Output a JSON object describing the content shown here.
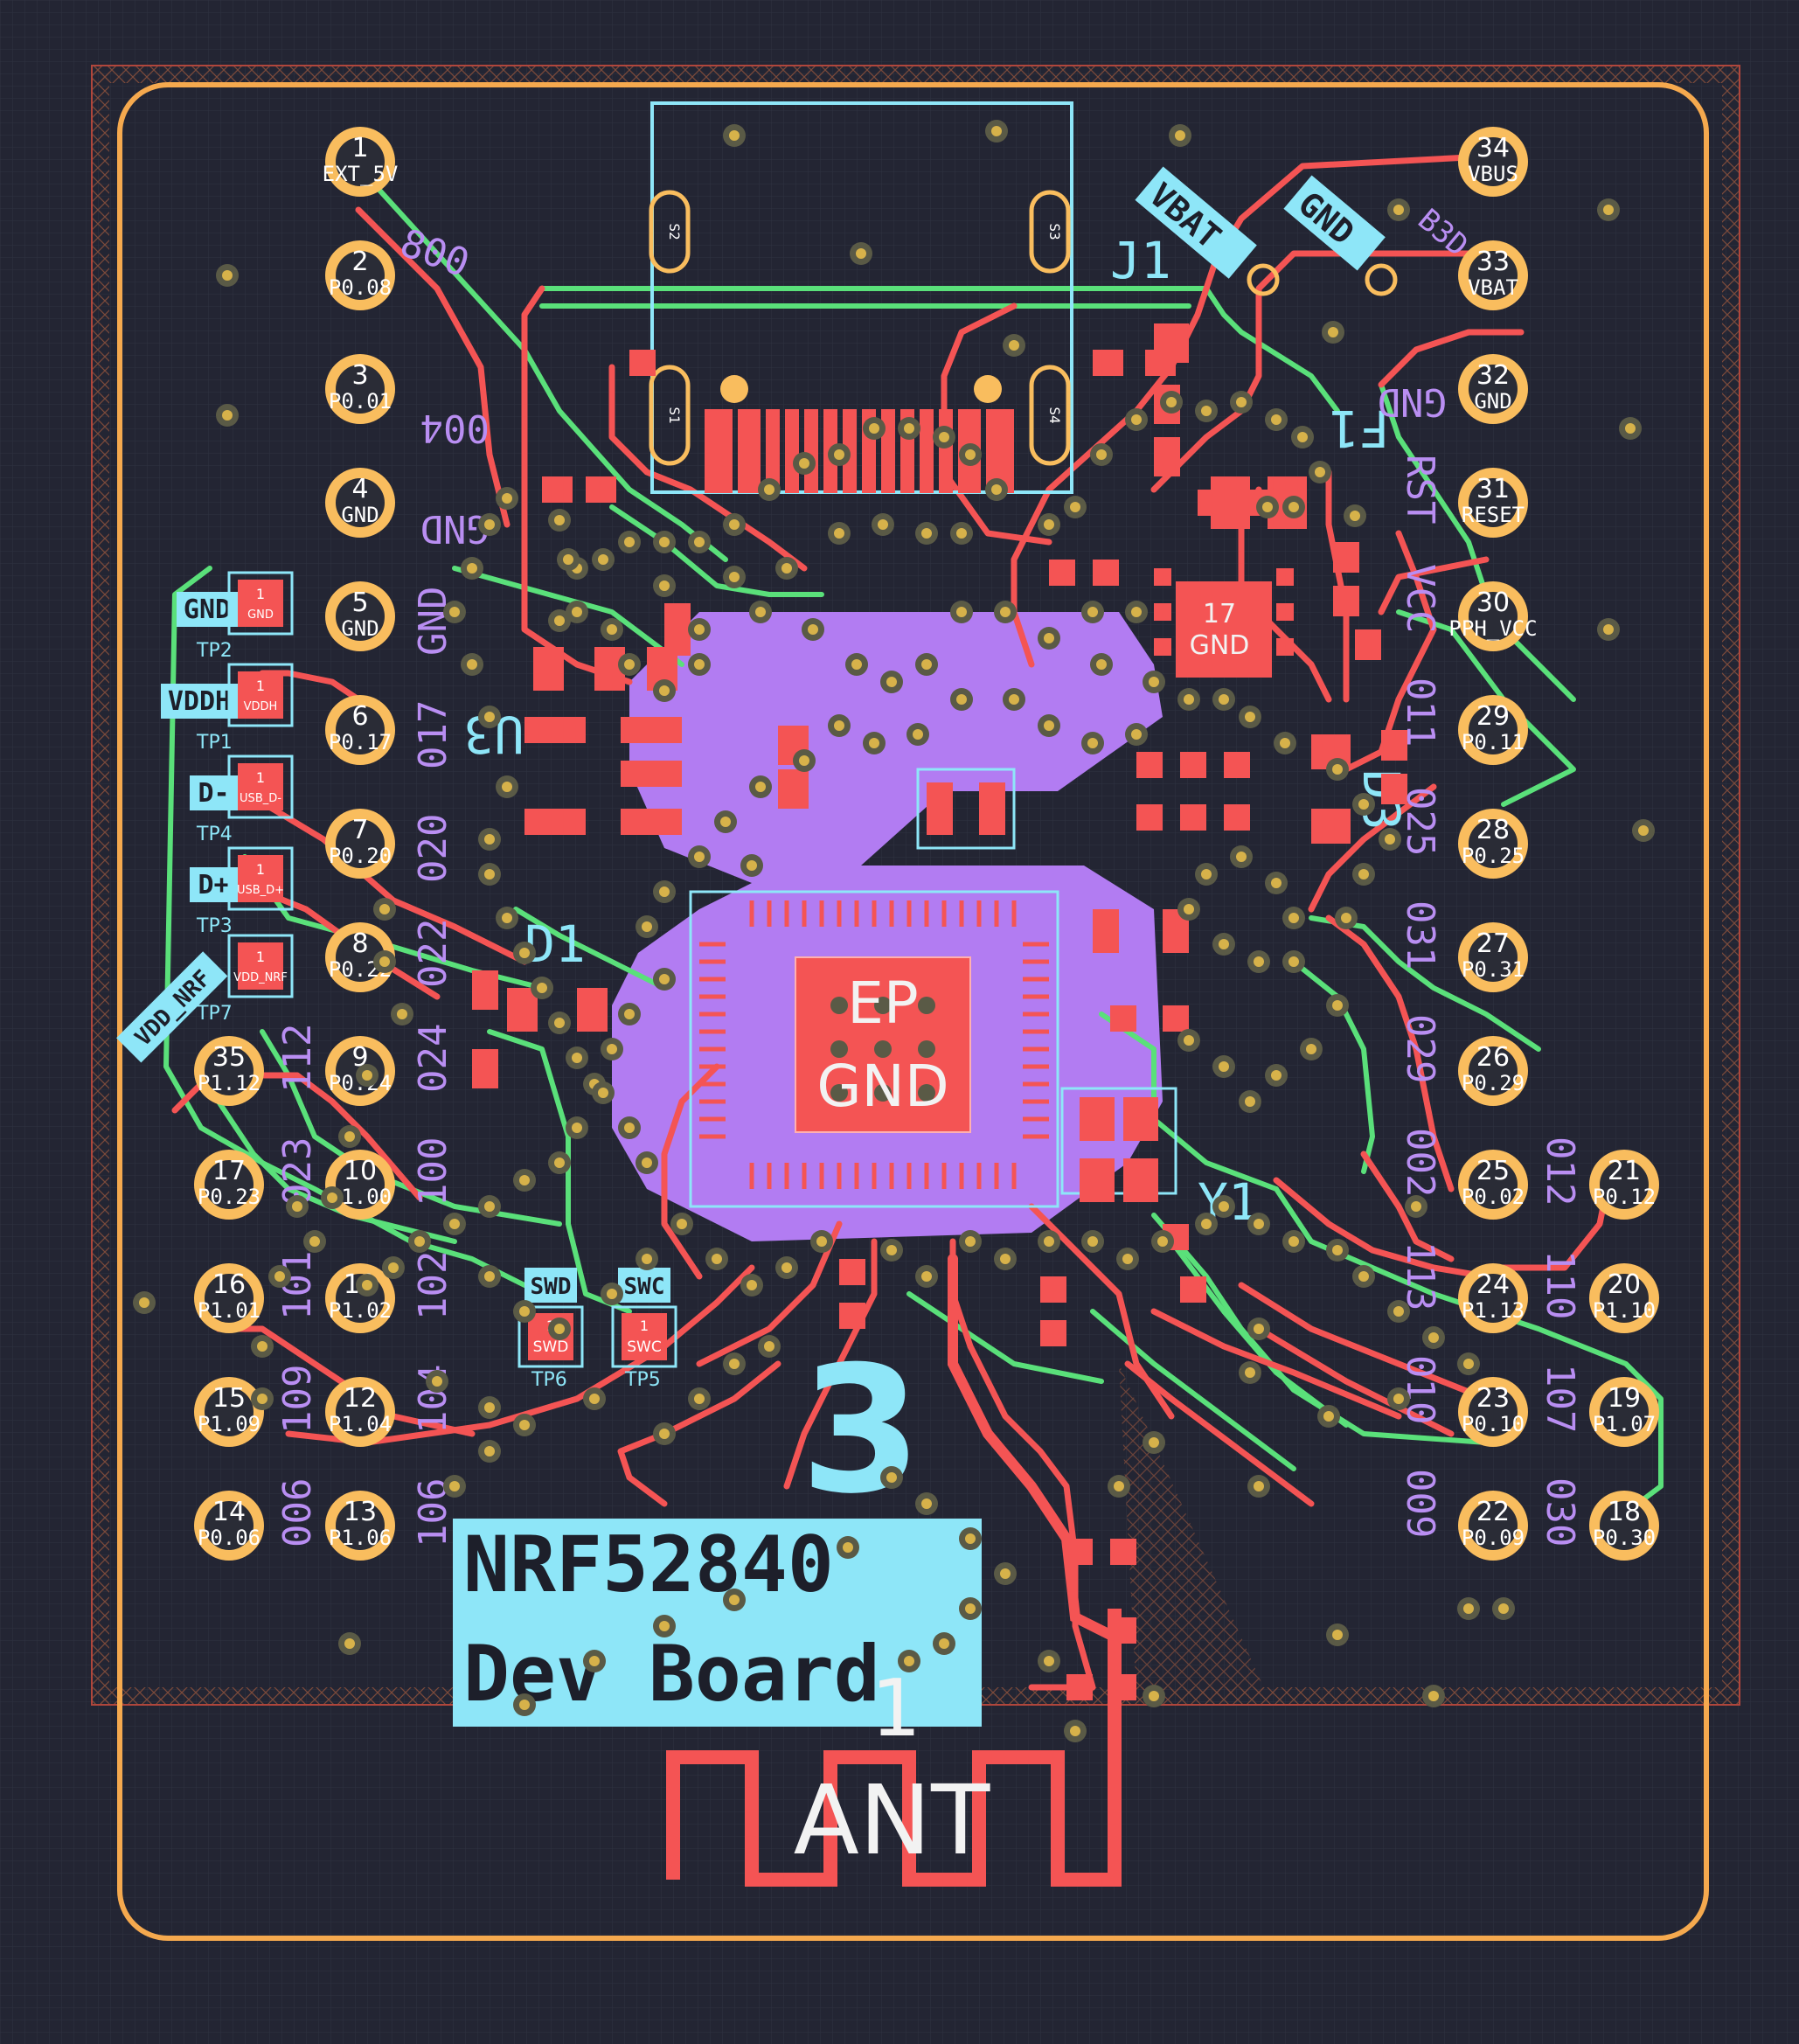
{
  "board": {
    "title_line1": "NRF52840",
    "title_line2": "Dev Board",
    "antenna_label": "ANT",
    "revision": "3",
    "antenna_pad": "1"
  },
  "colors": {
    "background": "#232533",
    "outline": "#f5a94e",
    "copper_front": "#f45454",
    "copper_back": "#5ae07a",
    "silkscreen": "#8ee6f8",
    "fab": "#b98ef2",
    "pad_ring": "#f9bd5e",
    "pour": "#b27cf2"
  },
  "left_header": [
    {
      "num": "1",
      "label": "EXT_5V"
    },
    {
      "num": "2",
      "label": "P0.08"
    },
    {
      "num": "3",
      "label": "P0.01"
    },
    {
      "num": "4",
      "label": "GND"
    },
    {
      "num": "5",
      "label": "GND"
    },
    {
      "num": "6",
      "label": "P0.17"
    },
    {
      "num": "7",
      "label": "P0.20"
    },
    {
      "num": "8",
      "label": "P0.22"
    },
    {
      "num": "9",
      "label": "P0.24"
    },
    {
      "num": "10",
      "label": "P1.00"
    },
    {
      "num": "11",
      "label": "P1.02"
    },
    {
      "num": "12",
      "label": "P1.04"
    },
    {
      "num": "13",
      "label": "P1.06"
    }
  ],
  "left_outer_header": [
    {
      "num": "35",
      "label": "P1.12"
    },
    {
      "num": "17",
      "label": "P0.23"
    },
    {
      "num": "16",
      "label": "P1.01"
    },
    {
      "num": "15",
      "label": "P1.09"
    },
    {
      "num": "14",
      "label": "P0.06"
    }
  ],
  "right_header": [
    {
      "num": "34",
      "label": "VBUS"
    },
    {
      "num": "33",
      "label": "VBAT"
    },
    {
      "num": "32",
      "label": "GND"
    },
    {
      "num": "31",
      "label": "RESET"
    },
    {
      "num": "30",
      "label": "PPH_VCC"
    },
    {
      "num": "29",
      "label": "P0.11"
    },
    {
      "num": "28",
      "label": "P0.25"
    },
    {
      "num": "27",
      "label": "P0.31"
    },
    {
      "num": "26",
      "label": "P0.29"
    },
    {
      "num": "25",
      "label": "P0.02"
    },
    {
      "num": "24",
      "label": "P1.13"
    },
    {
      "num": "23",
      "label": "P0.10"
    },
    {
      "num": "22",
      "label": "P0.09"
    }
  ],
  "right_outer_header": [
    {
      "num": "21",
      "label": "P0.12"
    },
    {
      "num": "20",
      "label": "P1.10"
    },
    {
      "num": "19",
      "label": "P1.07"
    },
    {
      "num": "18",
      "label": "P0.30"
    }
  ],
  "test_points": [
    {
      "net": "GND",
      "ref": "TP2",
      "pad": "GND"
    },
    {
      "net": "VDDH",
      "ref": "TP1",
      "pad": "VDDH"
    },
    {
      "net": "D-",
      "ref": "TP4",
      "pad": "USB_D-"
    },
    {
      "net": "D+",
      "ref": "TP3",
      "pad": "USB_D+"
    },
    {
      "net": "VDD_NRF",
      "ref": "TP7",
      "pad": "VDD_NRF"
    }
  ],
  "debug_pads": [
    {
      "net": "SWD",
      "ref": "TP6",
      "pad": "SWD"
    },
    {
      "net": "SWC",
      "ref": "TP5",
      "pad": "SWC"
    }
  ],
  "references": {
    "usb": "J1",
    "battery_net_a": "VBAT",
    "battery_net_b": "GND",
    "battery_pad_b": "B3D",
    "fuse": "F1",
    "regulator": "U3",
    "diode1": "D1",
    "diode3": "D3",
    "crystal": "Y1",
    "charger_pad": "17",
    "charger_pad_net": "GND",
    "ep_pad_top": "EP",
    "ep_pad_bottom": "GND"
  },
  "fab_labels": [
    "800",
    "004",
    "GND",
    "GND",
    "017",
    "020",
    "022",
    "024",
    "100",
    "102",
    "104",
    "106",
    "112",
    "023",
    "101",
    "109",
    "006",
    "GND",
    "RST",
    "VCC",
    "011",
    "025",
    "031",
    "029",
    "002",
    "113",
    "010",
    "009",
    "012",
    "110",
    "107",
    "030"
  ],
  "usb_pins": [
    "S2",
    "S3",
    "S1",
    "S4"
  ]
}
